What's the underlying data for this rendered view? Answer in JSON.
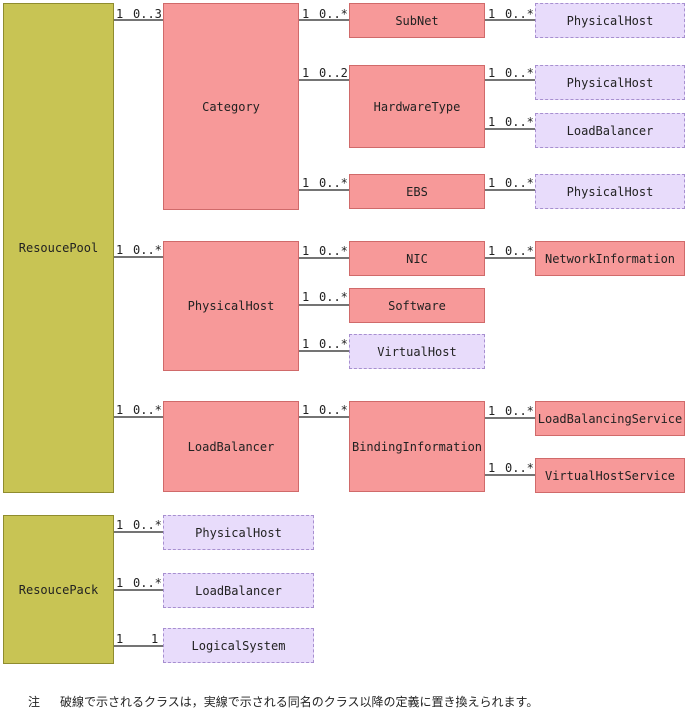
{
  "boxes": {
    "resoucepool": "ResoucePool",
    "category": "Category",
    "physicalhost_main": "PhysicalHost",
    "loadbalancer_main": "LoadBalancer",
    "subnet": "SubNet",
    "hardwaretype": "HardwareType",
    "ebs": "EBS",
    "nic": "NIC",
    "software": "Software",
    "virtualhost": "VirtualHost",
    "bindinginformation": "BindingInformation",
    "subnet_physicalhost": "PhysicalHost",
    "hw_physicalhost": "PhysicalHost",
    "hw_loadbalancer": "LoadBalancer",
    "ebs_physicalhost": "PhysicalHost",
    "networkinformation": "NetworkInformation",
    "loadbalancingservice": "LoadBalancingService",
    "virtualhostservice": "VirtualHostService",
    "resoucepack": "ResoucePack",
    "pack_physicalhost": "PhysicalHost",
    "pack_loadbalancer": "LoadBalancer",
    "logicalsystem": "LogicalSystem"
  },
  "multiplicity": {
    "pool_category": [
      "1",
      "0..3"
    ],
    "pool_physicalhost": [
      "1",
      "0..*"
    ],
    "pool_loadbalancer": [
      "1",
      "0..*"
    ],
    "category_subnet": [
      "1",
      "0..*"
    ],
    "category_hardwaretype": [
      "1",
      "0..2"
    ],
    "category_ebs": [
      "1",
      "0..*"
    ],
    "subnet_physicalhost": [
      "1",
      "0..*"
    ],
    "hw_physicalhost": [
      "1",
      "0..*"
    ],
    "hw_loadbalancer": [
      "1",
      "0..*"
    ],
    "ebs_physicalhost": [
      "1",
      "0..*"
    ],
    "ph_nic": [
      "1",
      "0..*"
    ],
    "ph_software": [
      "1",
      "0..*"
    ],
    "ph_virtualhost": [
      "1",
      "0..*"
    ],
    "nic_networkinformation": [
      "1",
      "0..*"
    ],
    "lb_binding": [
      "1",
      "0..*"
    ],
    "binding_lbservice": [
      "1",
      "0..*"
    ],
    "binding_vhservice": [
      "1",
      "0..*"
    ],
    "pack_physicalhost": [
      "1",
      "0..*"
    ],
    "pack_loadbalancer": [
      "1",
      "0..*"
    ],
    "pack_logicalsystem": [
      "1",
      "1"
    ]
  },
  "note": {
    "mark": "注",
    "text": "破線で示されるクラスは，実線で示される同名のクラス以降の定義に置き換えられます。"
  },
  "colors": {
    "root": "#c8c454",
    "solid_class": "#f79999",
    "dashed_class": "#e8dcfb"
  }
}
